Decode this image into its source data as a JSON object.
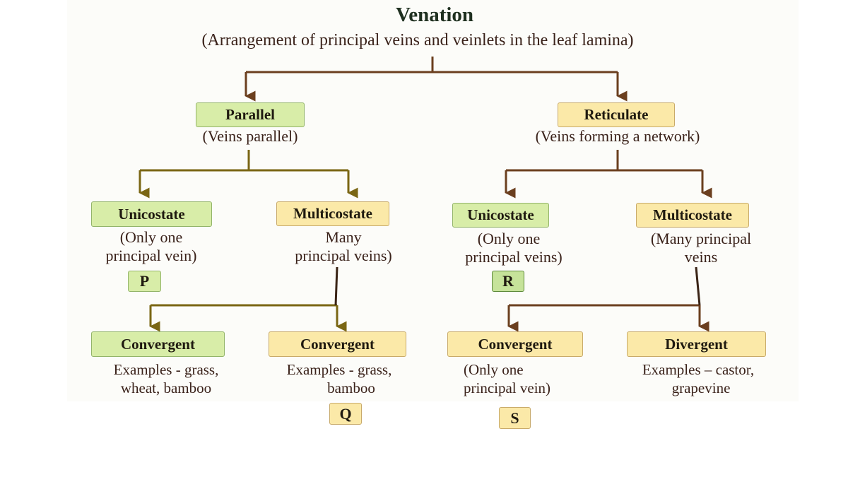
{
  "title": "Venation",
  "subtitle": "(Arrangement of principal veins and veinlets in the leaf lamina)",
  "parallel": {
    "label": "Parallel",
    "desc": "(Veins parallel)",
    "unicostate": {
      "label": "Unicostate",
      "desc1": "(Only one",
      "desc2": "principal vein)",
      "marker": "P"
    },
    "multicostate": {
      "label": "Multicostate",
      "desc1": "Many",
      "desc2": "principal veins)"
    },
    "convergent_left": {
      "label": "Convergent",
      "desc1": "Examples - grass,",
      "desc2": "wheat, bamboo"
    },
    "convergent_mid": {
      "label": "Convergent",
      "desc1": "Examples - grass,",
      "desc2": "bamboo",
      "marker": "Q"
    }
  },
  "reticulate": {
    "label": "Reticulate",
    "desc": "(Veins forming a network)",
    "unicostate": {
      "label": "Unicostate",
      "desc1": "(Only one",
      "desc2": "principal veins)",
      "marker": "R"
    },
    "multicostate": {
      "label": "Multicostate",
      "desc1": "(Many principal",
      "desc2": "veins"
    },
    "convergent": {
      "label": "Convergent",
      "desc1": "(Only one",
      "desc2": "principal vein)",
      "marker": "S"
    },
    "divergent": {
      "label": "Divergent",
      "desc1": "Examples – castor,",
      "desc2": "grapevine"
    }
  },
  "colors": {
    "brown": "#6b3f1f",
    "olive": "#7a6614",
    "green_box": "#d8eda8",
    "yellow_box": "#fbe9a8"
  }
}
